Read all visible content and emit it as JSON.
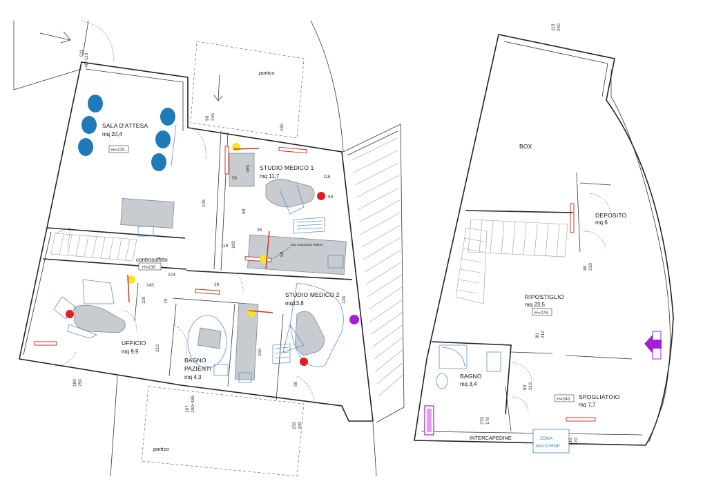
{
  "rooms": {
    "sala_attesa": {
      "name": "SALA D'ATTESA",
      "area": "mq 20,4",
      "height": "H=270"
    },
    "portico_top": {
      "name": "portico"
    },
    "studio1": {
      "name": "STUDIO MEDICO 1",
      "area": "mq 11,7"
    },
    "controsoffitto": {
      "name": "controsoffitto",
      "height": "H=230"
    },
    "aria": {
      "note": "aria compressa H30cm"
    },
    "studio2": {
      "name": "STUDIO MEDICO 2",
      "area": "mq13,8"
    },
    "ufficio": {
      "name": "UFFICIO",
      "area": "mq 9,9"
    },
    "bagno_pazienti": {
      "name": "BAGNO",
      "name2": "PAZIENTI",
      "area": "mq 4,3"
    },
    "portico_bottom": {
      "name": "portico"
    },
    "box": {
      "name": "BOX"
    },
    "deposito": {
      "name": "DEPOSITO",
      "area": "mq 6"
    },
    "ripostiglio": {
      "name": "RIPOSTIGLIO",
      "area": "mq 23,5",
      "height": "H=278"
    },
    "bagno": {
      "name": "BAGNO",
      "area": "mq 3,4"
    },
    "spogliatoio": {
      "name": "SPOGLIATOIO",
      "area": "mq 7,7",
      "height": "H=240"
    },
    "intercapedine": {
      "name": "INTERCAPEDINE"
    },
    "zona": {
      "line1": "ZONA",
      "line2": "MACCHINE"
    }
  },
  "dims": {
    "d511": "511",
    "d113": "40÷113",
    "d90": "90",
    "d245": "245",
    "d180a": "180",
    "d180b": "180",
    "d250": "250",
    "d107": "107",
    "d185": "100÷185",
    "d150": "150",
    "d230": "230",
    "d115": "115",
    "d240": "240",
    "d80": "80",
    "d210": "210",
    "d170": "170",
    "d159": "159",
    "d59": "59",
    "d50": "50",
    "d68": "68",
    "d274": "274",
    "d145": "145",
    "d119": "119",
    "d100": "100",
    "d126": "126",
    "d29": "29",
    "d35": "35",
    "d60": "60",
    "d70": "70",
    "d110": "110",
    "d210b": "210",
    "d150b": "150",
    "d118": "118",
    "d128": "128",
    "d90b": "90",
    "d80b": "80",
    "d210c": "210",
    "d210d": "210",
    "d80c": "80",
    "d210e": "210",
    "d170b": "170",
    "d210f": "210",
    "d80d": "80",
    "d270": "270",
    "d210g": "210",
    "d170c": "170"
  }
}
